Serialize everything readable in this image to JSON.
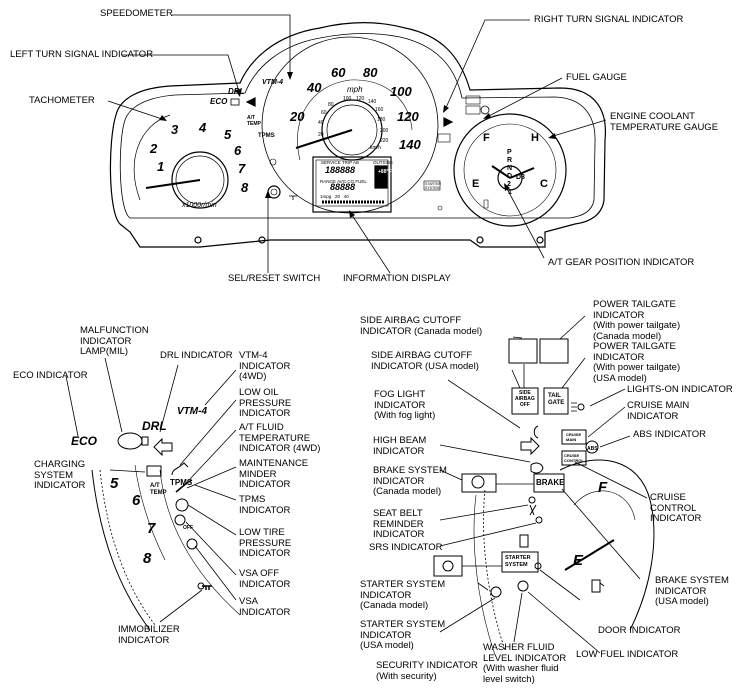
{
  "callouts": {
    "speedometer": "SPEEDOMETER",
    "left_turn": "LEFT TURN SIGNAL INDICATOR",
    "tachometer": "TACHOMETER",
    "right_turn": "RIGHT TURN SIGNAL INDICATOR",
    "fuel_gauge": "FUEL GAUGE",
    "coolant": "ENGINE COOLANT\nTEMPERATURE GAUGE",
    "sel_reset": "SEL/RESET SWITCH",
    "info_display": "INFORMATION DISPLAY",
    "at_gear": "A/T GEAR POSITION INDICATOR",
    "mil": "MALFUNCTION\nINDICATOR\nLAMP(MIL)",
    "drl": "DRL INDICATOR",
    "eco": "ECO INDICATOR",
    "vtm4": "VTM-4\nINDICATOR\n(4WD)",
    "low_oil": "LOW OIL\nPRESSURE\nINDICATOR",
    "at_fluid": "A/T FLUID\nTEMPERATURE\nINDICATOR (4WD)",
    "charging": "CHARGING\nSYSTEM\nINDICATOR",
    "maint": "MAINTENANCE\nMINDER\nINDICATOR",
    "tpms": "TPMS\nINDICATOR",
    "low_tire": "LOW TIRE\nPRESSURE\nINDICATOR",
    "vsa_off": "VSA OFF\nINDICATOR",
    "vsa": "VSA\nINDICATOR",
    "immobilizer": "IMMOBILIZER\nINDICATOR",
    "side_airbag_canada": "SIDE AIRBAG CUTOFF\nINDICATOR (Canada model)",
    "side_airbag_usa": "SIDE AIRBAG CUTOFF\nINDICATOR (USA model)",
    "fog": "FOG LIGHT\nINDICATOR\n(With fog light)",
    "high_beam": "HIGH BEAM\nINDICATOR",
    "brake_canada": "BRAKE SYSTEM\nINDICATOR\n(Canada model)",
    "seat_belt": "SEAT BELT\nREMINDER\nINDICATOR",
    "srs": "SRS INDICATOR",
    "starter_canada": "STARTER SYSTEM\nINDICATOR\n(Canada model)",
    "starter_usa": "STARTER SYSTEM\nINDICATOR\n(USA model)",
    "security": "SECURITY INDICATOR\n(With security)",
    "washer": "WASHER FLUID\nLEVEL INDICATOR\n(With washer fluid\nlevel switch)",
    "low_fuel": "LOW FUEL INDICATOR",
    "door": "DOOR INDICATOR",
    "brake_usa": "BRAKE SYSTEM\nINDICATOR\n(USA model)",
    "cruise_control": "CRUISE\nCONTROL\nINDICATOR",
    "abs": "ABS INDICATOR",
    "cruise_main": "CRUISE MAIN\nINDICATOR",
    "lights_on": "LIGHTS-ON INDICATOR",
    "tailgate_usa": "POWER TAILGATE\nINDICATOR\n(With power tailgate)\n(USA model)",
    "tailgate_canada": "POWER TAILGATE\nINDICATOR\n(With power tailgate)\n(Canada model)"
  },
  "cluster": {
    "speed_ticks": [
      "20",
      "40",
      "60",
      "80",
      "100",
      "120",
      "140"
    ],
    "speed_unit": "mph",
    "inner_ticks": [
      "20",
      "40",
      "60",
      "80",
      "100",
      "120",
      "140",
      "160",
      "180",
      "200",
      "220"
    ],
    "inner_unit": "km/h",
    "tach_ticks": [
      "1",
      "2",
      "3",
      "4",
      "5",
      "6",
      "7",
      "8"
    ],
    "tach_unit": "x1000r/min",
    "gear_letters": [
      "P",
      "R",
      "N",
      "D",
      "2",
      "1"
    ],
    "d3_label": "D3",
    "fuel_f": "F",
    "fuel_e": "E",
    "temp_h": "H",
    "temp_c": "C",
    "service_label": "SERVICE TRIP AB",
    "outside_label": "OUTSIDE",
    "range_label": "RANGE AVG.CO.FUEL",
    "info_digits_1": "188888",
    "info_digits_2": "88888",
    "tmp_label": "+88°F",
    "bottom_scale": "1mpg   20   40",
    "starter_small": "STARTER\nSYSTEM"
  },
  "left_panel": {
    "eco": "ECO",
    "drl": "DRL",
    "vtm4": "VTM-4",
    "at_temp": "A/T\nTEMP",
    "tpms": "TPMS",
    "off": "OFF",
    "tach_nums": [
      "5",
      "6",
      "7",
      "8"
    ]
  },
  "right_panel": {
    "side_airbag_off": "SIDE\nAIRBAG\nOFF",
    "tail_gate": "TAIL\nGATE",
    "cruise_main": "CRUISE\nMAIN",
    "cruise_control": "CRUISE\nCONTROL",
    "brake": "BRAKE",
    "starter_system": "STARTER\nSYSTEM",
    "abs": "ABS",
    "fuel_f": "F",
    "fuel_e": "E"
  }
}
